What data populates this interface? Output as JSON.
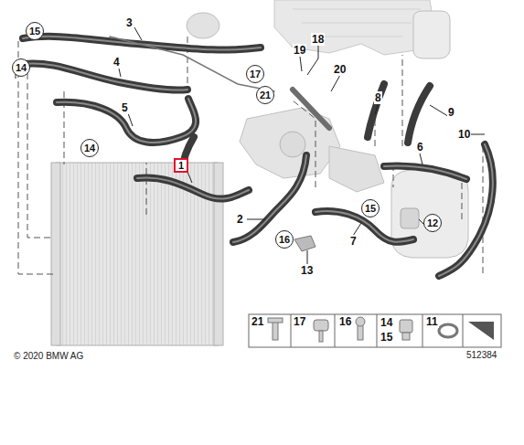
{
  "diagram": {
    "nodes": [
      {
        "text": [
          "15"
        ]
      },
      {
        "text": [
          "14"
        ]
      },
      {
        "text": [
          "17"
        ]
      },
      {
        "text": [
          "21"
        ]
      },
      {
        "text": [
          "14"
        ]
      },
      {
        "text": [
          "1"
        ]
      },
      {
        "text": [
          "16"
        ]
      },
      {
        "text": [
          "15"
        ]
      },
      {
        "text": [
          "12"
        ]
      }
    ],
    "labels": [
      "3",
      "4",
      "5",
      "19",
      "18",
      "20",
      "8",
      "9",
      "10",
      "6",
      "2",
      "13",
      "7",
      "21",
      "17",
      "16",
      "14",
      "15",
      "11",
      "© 2020 BMW AG",
      "512384"
    ]
  }
}
